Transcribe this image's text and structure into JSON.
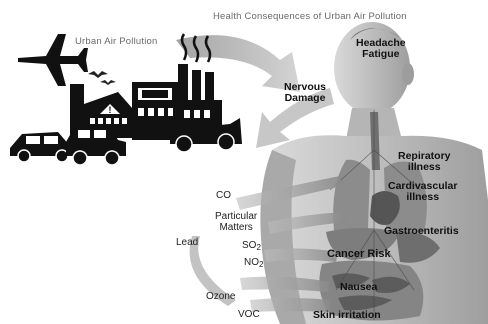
{
  "diagram": {
    "title": "Health Consequences of Urban Air Pollution",
    "source_label": "Urban Air Pollution",
    "pollutants": {
      "co": "CO",
      "particulate_line1": "Particular",
      "particulate_line2": "Matters",
      "so2_base": "SO",
      "so2_sub": "2",
      "no2_base": "NO",
      "no2_sub": "2",
      "lead": "Lead",
      "ozone": "Ozone",
      "voc": "VOC"
    },
    "effects": {
      "headache_line1": "Headache",
      "headache_line2": "Fatigue",
      "nervous_line1": "Nervous",
      "nervous_line2": "Damage",
      "respiratory_line1": "Repiratory",
      "respiratory_line2": "illness",
      "cardio_line1": "Cardivascular",
      "cardio_line2": "illness",
      "gastro": "Gastroenteritis",
      "cancer": "Cancer Risk",
      "nausea": "Nausea",
      "skin": "Skin irritation"
    }
  }
}
